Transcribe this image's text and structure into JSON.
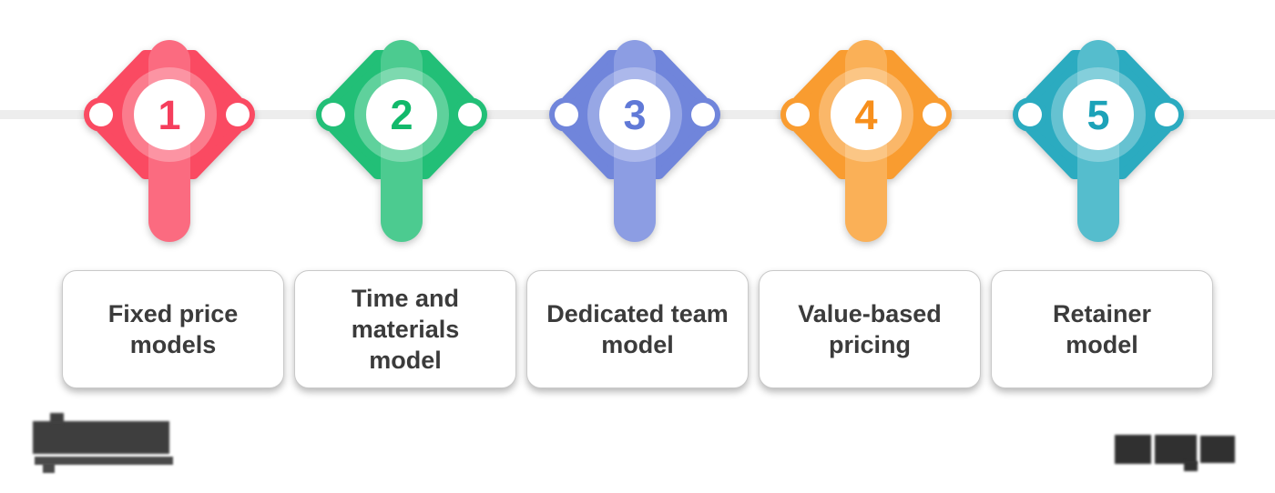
{
  "timeline": {
    "line_color": "#EDEDED",
    "dot_color": "#FFFFFF"
  },
  "card_style": {
    "background": "#FFFFFF",
    "text_color": "#3B3B3B"
  },
  "steps": [
    {
      "number": "1",
      "label": "Fixed price models",
      "lines": [
        "Fixed price",
        "models"
      ],
      "colors": {
        "base": "#FA4A62",
        "light": "#FB6B80",
        "number": "#F53E5C"
      },
      "css": "--base:#FA4A62;--light:#FB6B80;--num:#F53E5C"
    },
    {
      "number": "2",
      "label": "Time and materials model",
      "lines": [
        "Time and",
        "materials",
        "model"
      ],
      "colors": {
        "base": "#22BF77",
        "light": "#4CCB90",
        "number": "#12B96B"
      },
      "css": "--base:#22BF77;--light:#4CCB90;--num:#12B96B"
    },
    {
      "number": "3",
      "label": "Dedicated team model",
      "lines": [
        "Dedicated team",
        "model"
      ],
      "colors": {
        "base": "#7085DB",
        "light": "#8C9DE3",
        "number": "#6079D7"
      },
      "css": "--base:#7085DB;--light:#8C9DE3;--num:#6079D7"
    },
    {
      "number": "4",
      "label": "Value-based pricing",
      "lines": [
        "Value-based",
        "pricing"
      ],
      "colors": {
        "base": "#F99C30",
        "light": "#FAB057",
        "number": "#F78F1C"
      },
      "css": "--base:#F99C30;--light:#FAB057;--num:#F78F1C"
    },
    {
      "number": "5",
      "label": "Retainer model",
      "lines": [
        "Retainer",
        "model"
      ],
      "colors": {
        "base": "#2BABC0",
        "light": "#55BDCD",
        "number": "#1CA2B8"
      },
      "css": "--base:#2BABC0;--light:#55BDCD;--num:#1CA2B8"
    }
  ]
}
